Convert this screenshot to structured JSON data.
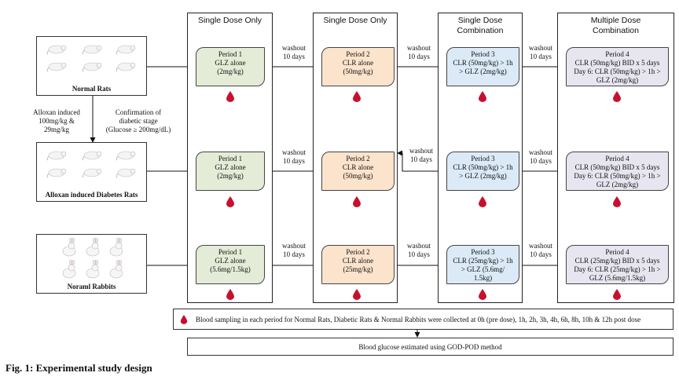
{
  "columns": [
    {
      "title_lines": [
        "Single Dose Only"
      ]
    },
    {
      "title_lines": [
        "Single Dose Only"
      ]
    },
    {
      "title_lines": [
        "Single Dose",
        "Combination"
      ]
    },
    {
      "title_lines": [
        "Multiple Dose",
        "Combination"
      ]
    }
  ],
  "animals": {
    "normal_rats": "Normal Rats",
    "diabetes_rats": "Alloxan induced Diabetes Rats",
    "rabbits": "Noraml Rabbits"
  },
  "notes": {
    "alloxan": [
      "Alloxan induced",
      "100mg/kg &",
      "29mg/kg"
    ],
    "confirmation": [
      "Confirmation of",
      "diabetic stage",
      "(Glucose ≥ 200mg/dL)"
    ],
    "washout": [
      "washout",
      "10 days"
    ]
  },
  "rows": [
    {
      "p1": [
        "Period 1",
        "GLZ alone",
        "(2mg/kg)"
      ],
      "p2": [
        "Period 2",
        "CLR alone",
        "(50mg/kg)"
      ],
      "p3": [
        "Period 3",
        "CLR (50mg/kg) > 1h",
        "> GLZ  (2mg/kg)"
      ],
      "p4": [
        "Period 4",
        "CLR (50mg/kg) BID  x 5 days",
        "Day 6: CLR (50mg/kg) > 1h >",
        "GLZ (2mg/kg)"
      ]
    },
    {
      "p1": [
        "Period 1",
        "GLZ alone",
        "(2mg/kg)"
      ],
      "p2": [
        "Period 2",
        "CLR alone",
        "(50mg/kg)"
      ],
      "p3": [
        "Period 3",
        "CLR (50mg/kg) > 1h",
        "> GLZ  (2mg/kg)"
      ],
      "p4": [
        "Period 4",
        "CLR (50mg/kg) BID  x 5 days",
        "Day 6: CLR (50mg/kg) > 1h >",
        "GLZ (2mg/kg)"
      ]
    },
    {
      "p1": [
        "Period 1",
        "GLZ alone",
        "(5.6mg/1.5kg)"
      ],
      "p2": [
        "Period 2",
        "CLR alone",
        "(25mg/kg)"
      ],
      "p3": [
        "Period 3",
        "CLR (25mg/kg) > 1h",
        "> GLZ  (5.6mg/",
        "1.5kg)"
      ],
      "p4": [
        "Period 4",
        "CLR (25mg/kg) BID  x 5 days",
        "Day 6: CLR (25mg/kg) > 1h >",
        "GLZ (5.6mg/1.5kg)"
      ]
    }
  ],
  "blood_sampling": "Blood sampling in each period for Normal Rats, Diabetic Rats & Normal Rabbits were collected at 0h (pre dose), 1h, 2h, 3h, 4h, 6h, 8h, 10h & 12h post dose",
  "glucose_method": "Blood glucose estimated using GOD-POD method",
  "caption": "Fig. 1: Experimental study design",
  "colors": {
    "period1": "#e4ecd7",
    "period2": "#fbe3cc",
    "period3": "#dbeaf6",
    "period4": "#e7e5ef",
    "blood_drop": "#c8102e"
  }
}
